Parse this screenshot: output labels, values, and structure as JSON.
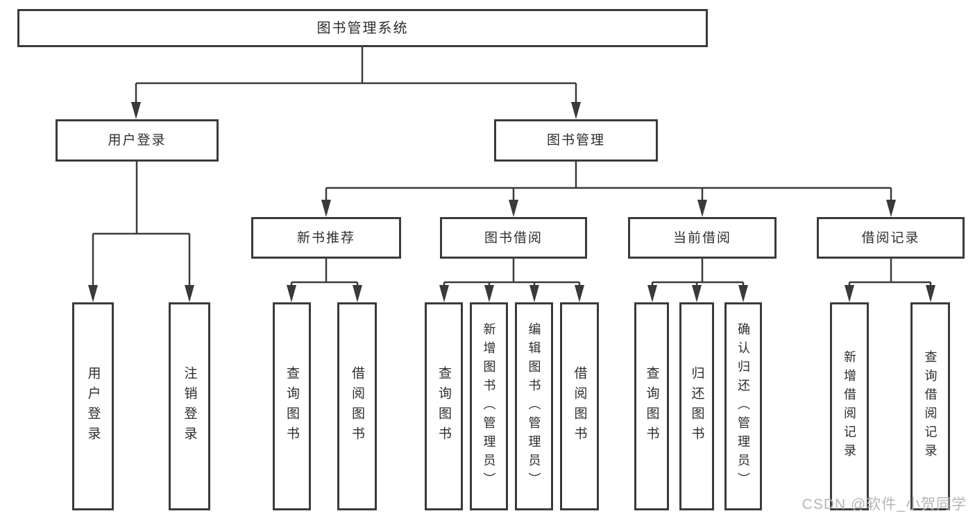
{
  "diagram": {
    "nodes": {
      "root": {
        "label": "图书管理系统"
      },
      "user_login": {
        "label": "用户登录"
      },
      "book_mgmt": {
        "label": "图书管理"
      },
      "new_book_rec": {
        "label": "新书推荐"
      },
      "book_borrowing": {
        "label": "图书借阅"
      },
      "current_borrowing": {
        "label": "当前借阅"
      },
      "borrowing_records": {
        "label": "借阅记录"
      },
      "leaf_user_login": {
        "label": "用户登录"
      },
      "leaf_logout": {
        "label": "注销登录"
      },
      "leaf_rec_query_book": {
        "label": "查询图书"
      },
      "leaf_rec_borrow_book": {
        "label": "借阅图书"
      },
      "leaf_bb_query_book": {
        "label": "查询图书"
      },
      "leaf_bb_add_book": {
        "label": "新增图书（管理员）"
      },
      "leaf_bb_edit_book": {
        "label": "编辑图书（管理员）"
      },
      "leaf_bb_borrow_book": {
        "label": "借阅图书"
      },
      "leaf_cb_query_book": {
        "label": "查询图书"
      },
      "leaf_cb_return_book": {
        "label": "归还图书"
      },
      "leaf_cb_confirm_return": {
        "label": "确认归还（管理员）"
      },
      "leaf_br_add_record": {
        "label": "新增借阅记录"
      },
      "leaf_br_query_record": {
        "label": "查询借阅记录"
      }
    },
    "tree": {
      "图书管理系统": {
        "用户登录": [
          "用户登录",
          "注销登录"
        ],
        "图书管理": {
          "新书推荐": [
            "查询图书",
            "借阅图书"
          ],
          "图书借阅": [
            "查询图书",
            "新增图书（管理员）",
            "编辑图书（管理员）",
            "借阅图书"
          ],
          "当前借阅": [
            "查询图书",
            "归还图书",
            "确认归还（管理员）"
          ],
          "借阅记录": [
            "新增借阅记录",
            "查询借阅记录"
          ]
        }
      }
    }
  },
  "watermark": {
    "text": "CSDN @软件_小贺同学"
  },
  "colors": {
    "line": "#3a3a3a",
    "text": "#2d2d2d",
    "watermark": "#b7b3b7",
    "background": "#ffffff"
  }
}
